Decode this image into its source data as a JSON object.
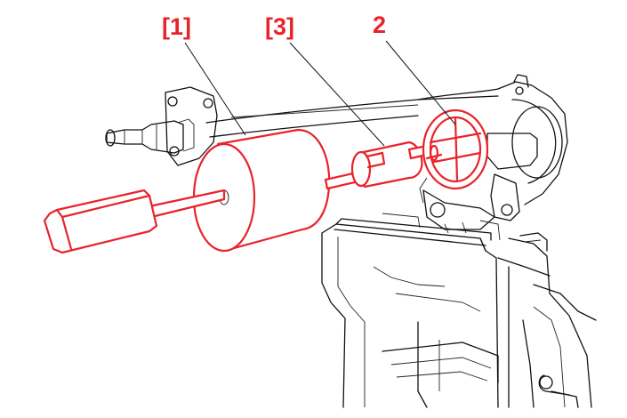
{
  "callouts": {
    "item_1": "[1]",
    "item_3": "[3]",
    "item_2": "2"
  },
  "colors": {
    "highlight": "#e8232a",
    "ink": "#111111",
    "background": "#ffffff"
  }
}
